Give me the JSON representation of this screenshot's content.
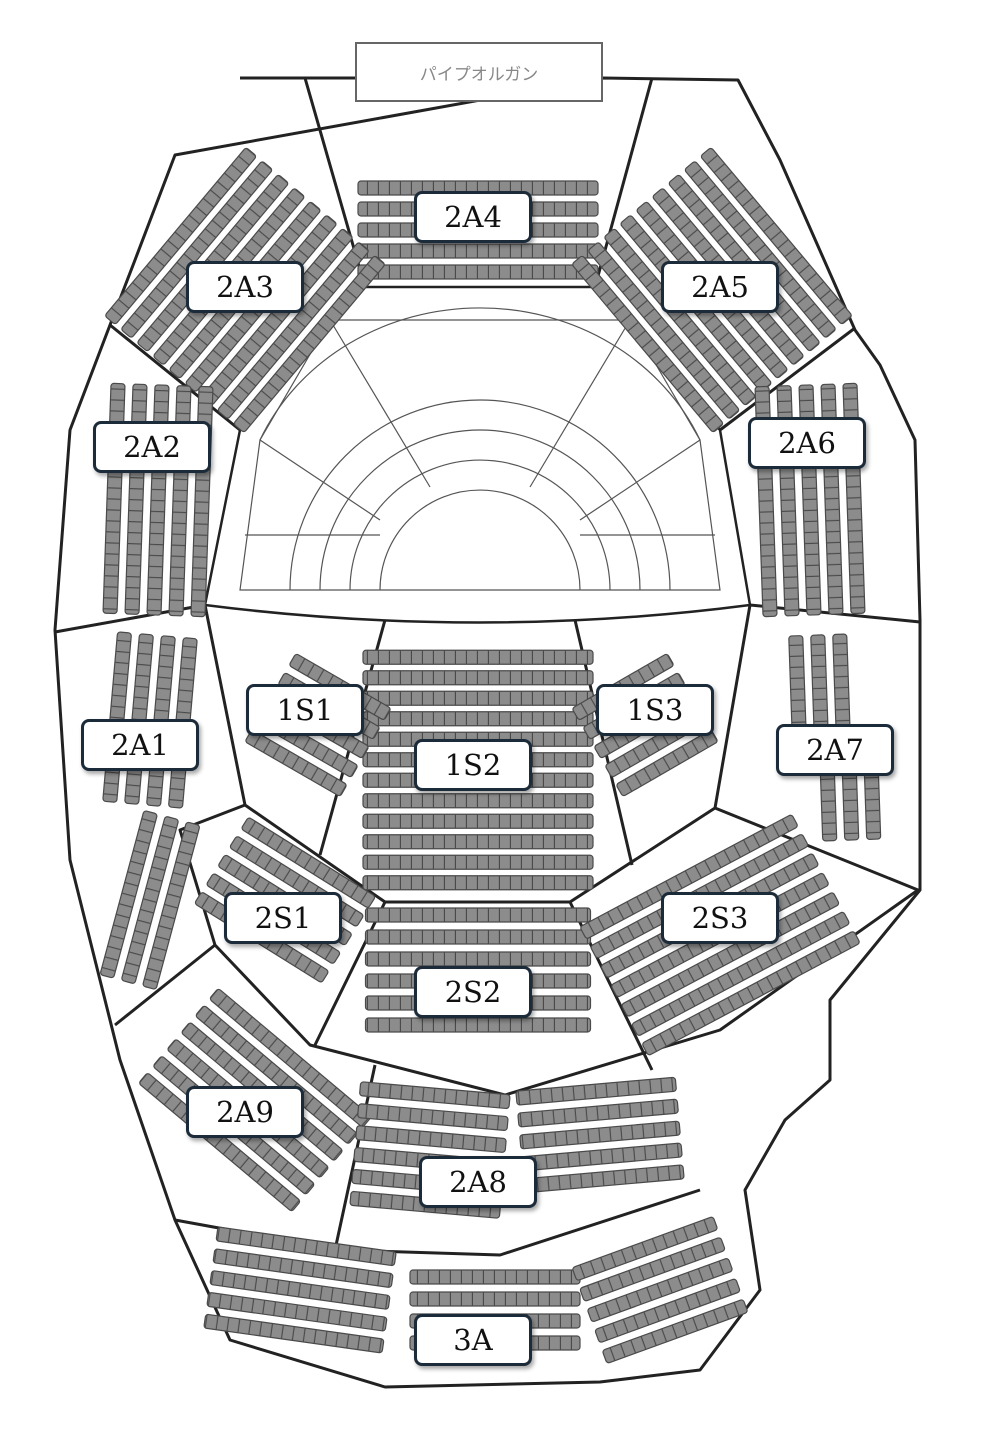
{
  "organ_label": "パイプオルガン",
  "sections": {
    "s2A4": "2A4",
    "s2A3": "2A3",
    "s2A5": "2A5",
    "s2A2": "2A2",
    "s2A6": "2A6",
    "s1S1": "1S1",
    "s1S2": "1S2",
    "s1S3": "1S3",
    "s2A1": "2A1",
    "s2A7": "2A7",
    "s2S1": "2S1",
    "s2S2": "2S2",
    "s2S3": "2S3",
    "s2A9": "2A9",
    "s2A8": "2A8",
    "s3A": "3A"
  },
  "colors": {
    "seat": "#8c8c8c",
    "seat_stroke": "#4a4a4a",
    "label_border": "#1c2b3a",
    "outline": "#222222"
  }
}
